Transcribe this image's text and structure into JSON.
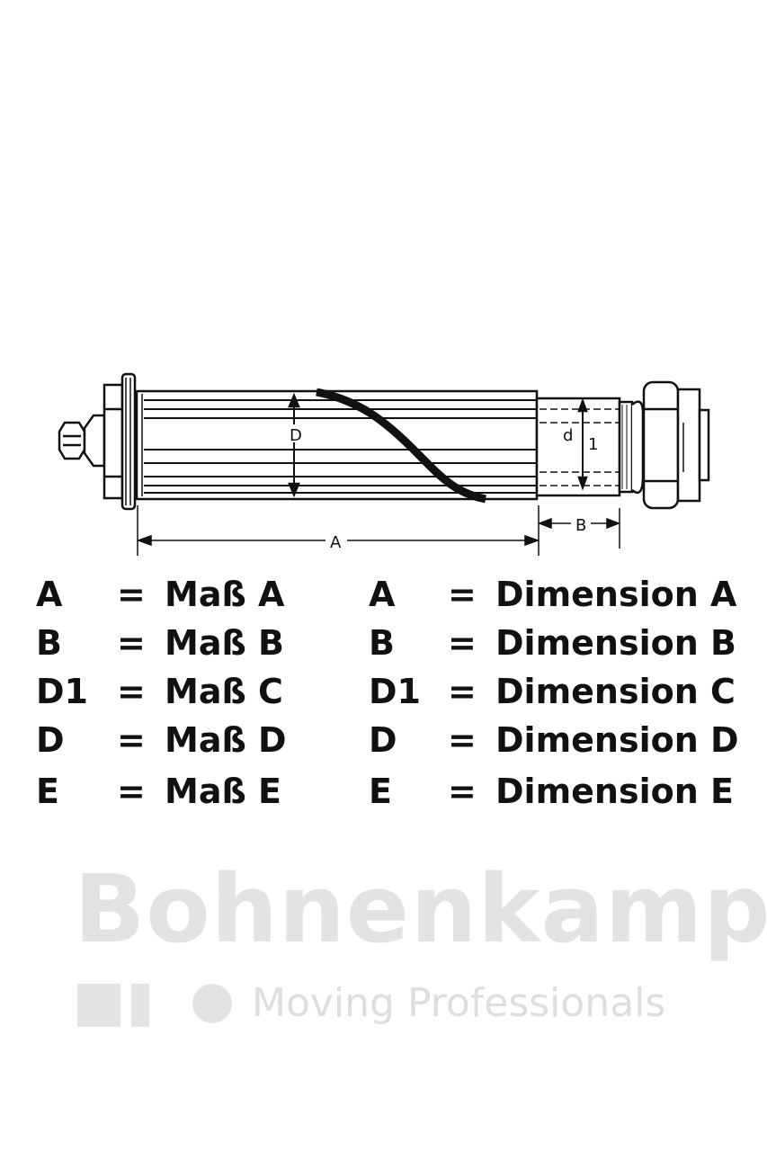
{
  "watermark": {
    "brand": "Bohnenkamp",
    "tagline": "Moving Professionals"
  },
  "diagram_labels": {
    "D": "D",
    "d": "d",
    "one": "1",
    "A": "A",
    "B": "B"
  },
  "legend": {
    "equals": "=",
    "german": [
      {
        "code": "A",
        "text": "Maß A"
      },
      {
        "code": "B",
        "text": "Maß B"
      },
      {
        "code": "D1",
        "text": "Maß C"
      },
      {
        "code": "D",
        "text": "Maß D"
      },
      {
        "code": "E",
        "text": "Maß E"
      }
    ],
    "english": [
      {
        "code": "A",
        "text": "Dimension A"
      },
      {
        "code": "B",
        "text": "Dimension B"
      },
      {
        "code": "D1",
        "text": "Dimension C"
      },
      {
        "code": "D",
        "text": "Dimension D"
      },
      {
        "code": "E",
        "text": "Dimension E"
      }
    ]
  }
}
